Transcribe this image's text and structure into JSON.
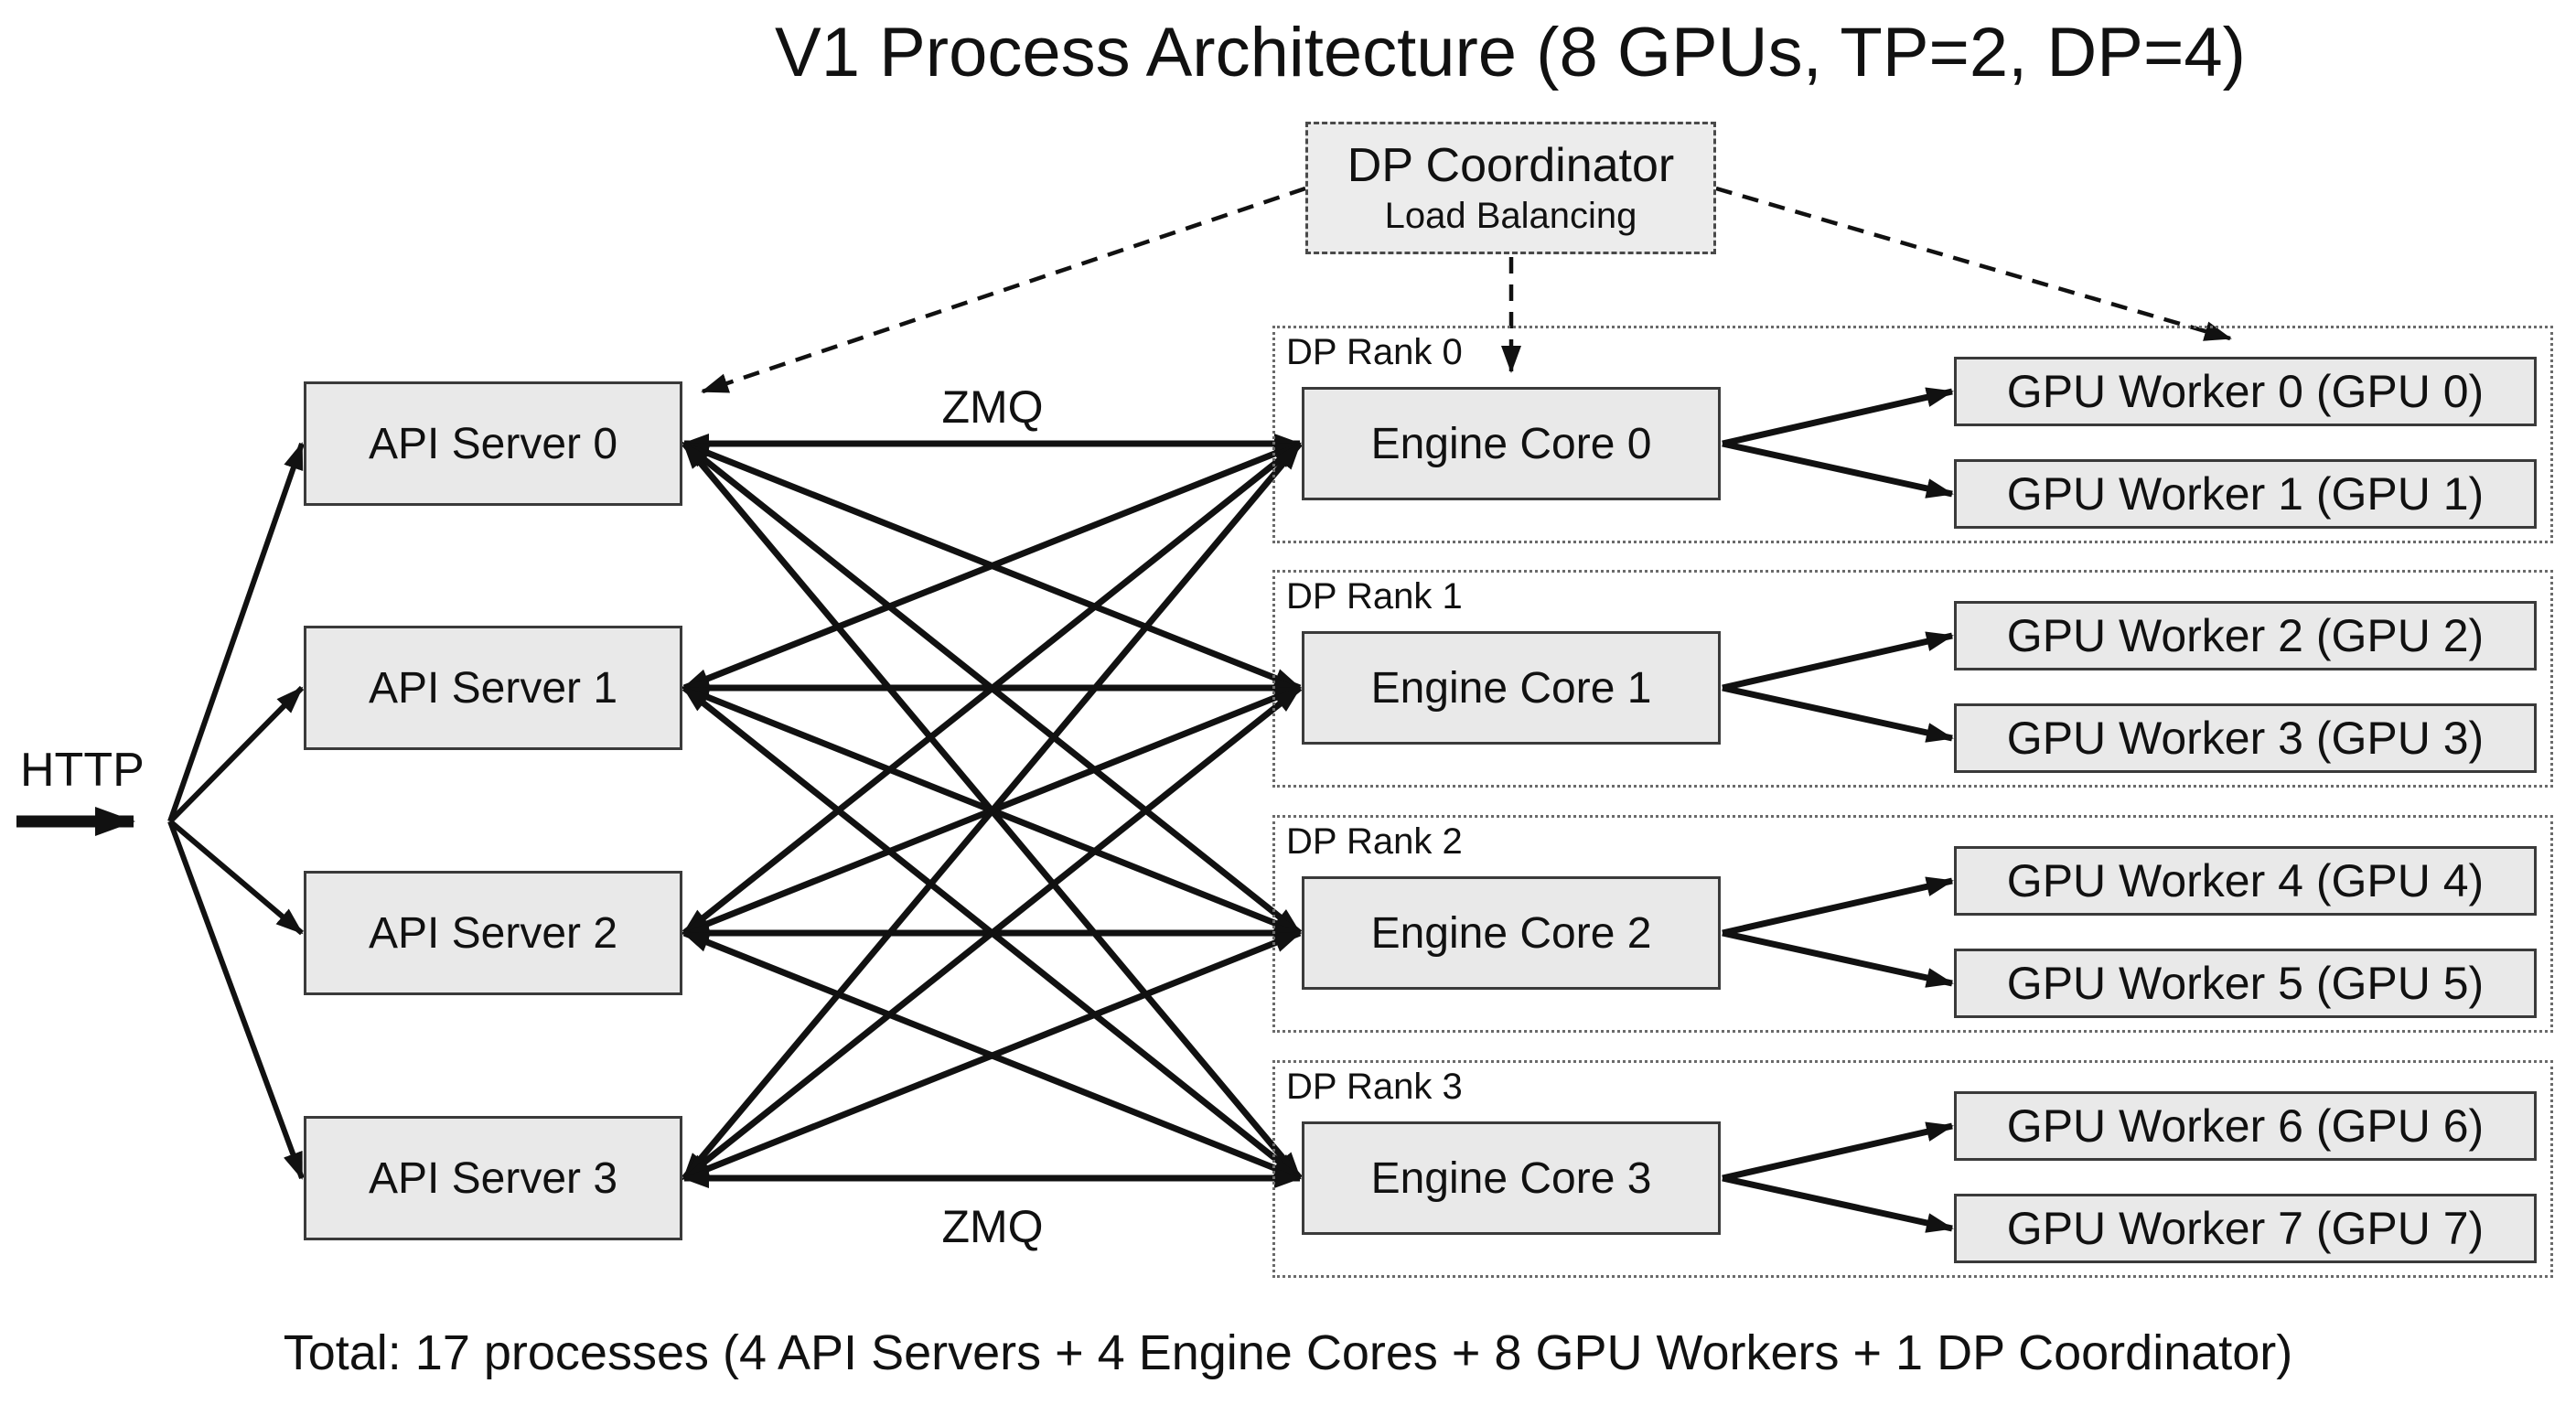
{
  "diagram": {
    "title": "V1 Process Architecture (8 GPUs, TP=2, DP=4)",
    "http_label": "HTTP",
    "zmq_top": "ZMQ",
    "zmq_bottom": "ZMQ",
    "coordinator": {
      "title": "DP Coordinator",
      "subtitle": "Load Balancing"
    },
    "api_servers": [
      "API Server 0",
      "API Server 1",
      "API Server 2",
      "API Server 3"
    ],
    "dp_ranks": [
      {
        "label": "DP Rank 0",
        "engine_core": "Engine Core 0",
        "gpu_workers": [
          "GPU Worker 0 (GPU 0)",
          "GPU Worker 1 (GPU 1)"
        ]
      },
      {
        "label": "DP Rank 1",
        "engine_core": "Engine Core 1",
        "gpu_workers": [
          "GPU Worker 2 (GPU 2)",
          "GPU Worker 3 (GPU 3)"
        ]
      },
      {
        "label": "DP Rank 2",
        "engine_core": "Engine Core 2",
        "gpu_workers": [
          "GPU Worker 4 (GPU 4)",
          "GPU Worker 5 (GPU 5)"
        ]
      },
      {
        "label": "DP Rank 3",
        "engine_core": "Engine Core 3",
        "gpu_workers": [
          "GPU Worker 6 (GPU 6)",
          "GPU Worker 7 (GPU 7)"
        ]
      }
    ],
    "footer": "Total: 17 processes (4 API Servers + 4 Engine Cores + 8 GPU Workers + 1 DP Coordinator)",
    "colors": {
      "box_fill": "#e9e9e9",
      "box_border": "#3a3a3a",
      "arrow": "#111111",
      "background": "#ffffff"
    }
  }
}
